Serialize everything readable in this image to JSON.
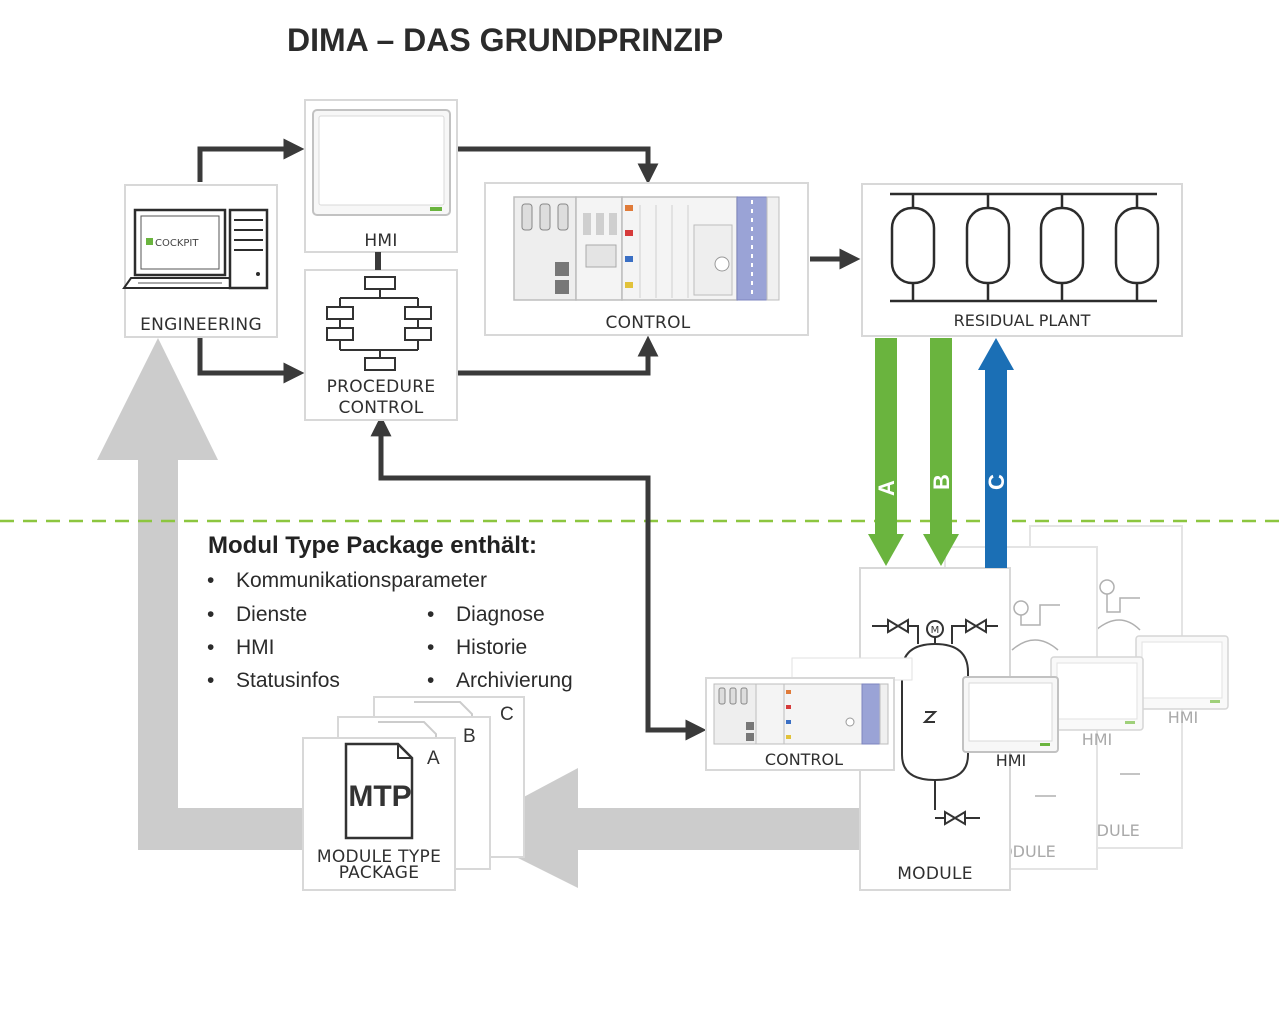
{
  "title": "DIMA – DAS GRUNDPRINZIP",
  "nodes": {
    "engineering": {
      "label": "ENGINEERING",
      "screen_text": "COCKPIT"
    },
    "hmi": {
      "label": "HMI"
    },
    "procedure_control": {
      "label_line1": "PROCEDURE",
      "label_line2": "CONTROL"
    },
    "control": {
      "label": "CONTROL"
    },
    "residual_plant": {
      "label": "RESIDUAL PLANT"
    },
    "module": {
      "label": "MODULE",
      "control_label": "CONTROL",
      "hmi_label": "HMI"
    },
    "module_ghost_1": {
      "label": "MODULE",
      "hmi_label": "HMI"
    },
    "module_ghost_2": {
      "label": "MODULE",
      "hmi_label": "HMI"
    },
    "mtp": {
      "icon_text": "MTP",
      "label_line1": "MODULE TYPE",
      "label_line2": "PACKAGE",
      "sheets": [
        "A",
        "B",
        "C"
      ]
    }
  },
  "interfaces": [
    {
      "letter": "A",
      "color": "#6ab43e",
      "direction": "down"
    },
    {
      "letter": "B",
      "color": "#6ab43e",
      "direction": "down"
    },
    {
      "letter": "C",
      "color": "#1b6fb5",
      "direction": "up"
    }
  ],
  "mtp_contents": {
    "heading": "Modul Type Package enthält:",
    "items_full": [
      "Kommunikationsparameter"
    ],
    "items_left": [
      "Dienste",
      "HMI",
      "Statusinfos"
    ],
    "items_right": [
      "Diagnose",
      "Historie",
      "Archivierung"
    ],
    "bullet": "•"
  },
  "colors": {
    "green": "#6ab43e",
    "blue": "#1b6fb5",
    "dark_arrow": "#3a3a3a",
    "gray_arrow": "#cccccc",
    "divider": "#8cc63f"
  }
}
